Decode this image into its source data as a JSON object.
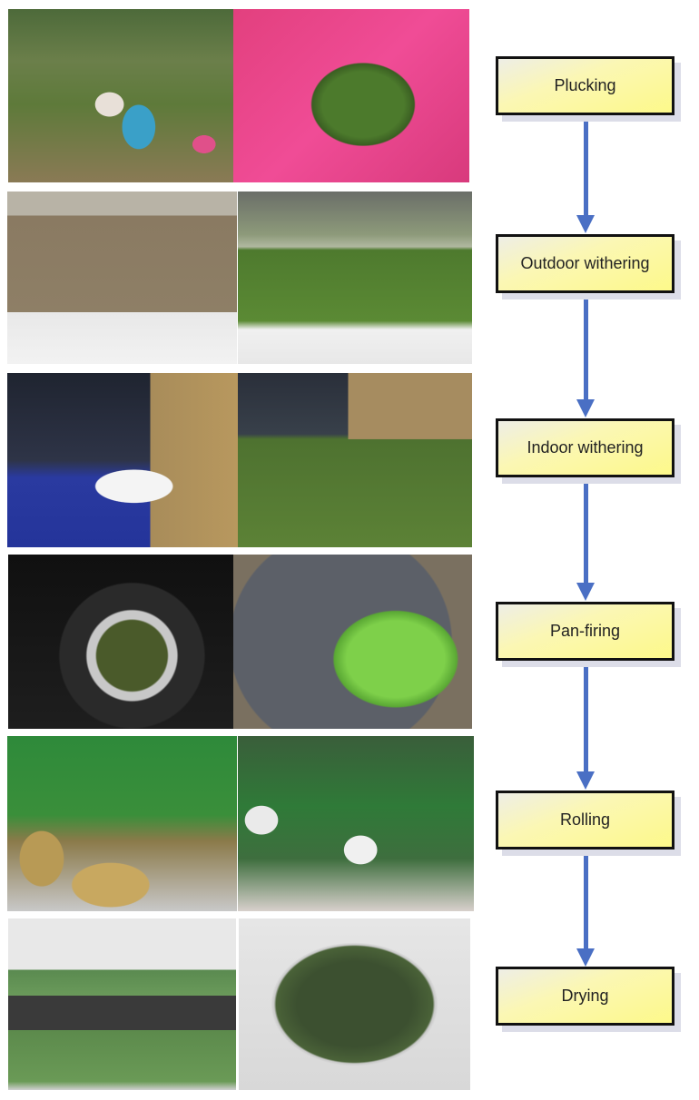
{
  "flowchart": {
    "steps": [
      {
        "label": "Plucking"
      },
      {
        "label": "Outdoor withering"
      },
      {
        "label": "Indoor withering"
      },
      {
        "label": "Pan-firing"
      },
      {
        "label": "Rolling"
      },
      {
        "label": "Drying"
      }
    ],
    "box_fill": "#fdf98a",
    "box_border": "#111111",
    "arrow_color": "#4a6fc4"
  },
  "photos": [
    {
      "left": "tea pickers in plantation",
      "right": "pink basket with plucked leaves"
    },
    {
      "left": "workers spreading leaves outside shed",
      "right": "leaves spread for outdoor withering"
    },
    {
      "left": "workers in indoor withering room",
      "right": "leaves on indoor withering floor"
    },
    {
      "left": "pan-firing drum machine",
      "right": "green leaves inside pan"
    },
    {
      "left": "worker at rolling machine",
      "right": "green rolling machines"
    },
    {
      "left": "worker at drying machine",
      "right": "dried rolled tea in dish"
    }
  ]
}
